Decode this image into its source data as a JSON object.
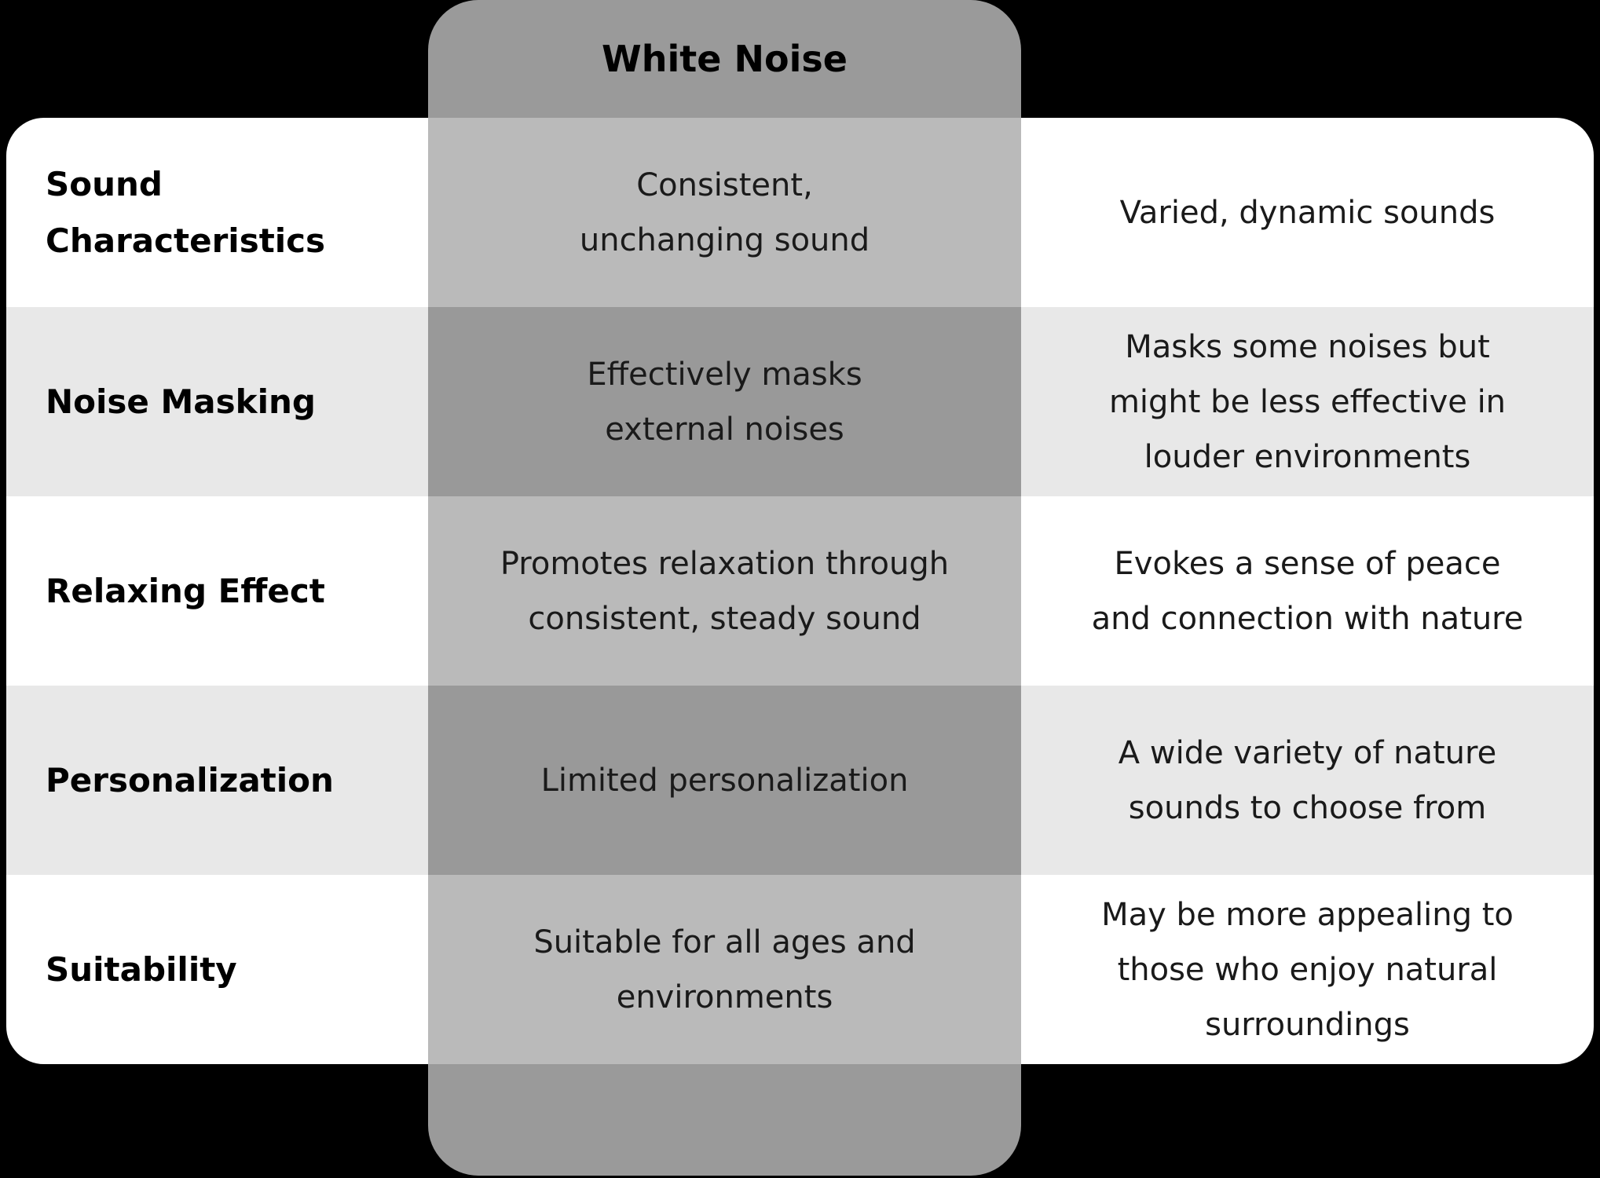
{
  "page": {
    "background_color": "#000000"
  },
  "table": {
    "colors": {
      "card_bg": "#ffffff",
      "stripe_bg": "#e8e8e8",
      "band_over_black": "#9a9a9a",
      "band_on_white_row": "#bababa",
      "band_on_stripe_row": "#999999",
      "label_text": "#000000",
      "cell_text": "#1a1a1a"
    },
    "header": {
      "white_noise_label": "White Noise"
    },
    "rows": [
      {
        "label": "Sound\nCharacteristics",
        "white_noise": "Consistent,\nunchanging sound",
        "other": "Varied, dynamic sounds"
      },
      {
        "label": "Noise Masking",
        "white_noise": "Effectively masks\nexternal noises",
        "other": "Masks some noises but\nmight be less effective in\nlouder environments"
      },
      {
        "label": "Relaxing Effect",
        "white_noise": "Promotes relaxation through\nconsistent, steady sound",
        "other": "Evokes a sense of peace\nand connection with nature"
      },
      {
        "label": "Personalization",
        "white_noise": "Limited personalization",
        "other": "A wide variety of nature\nsounds to choose from"
      },
      {
        "label": "Suitability",
        "white_noise": "Suitable for all ages and\nenvironments",
        "other": "May be more appealing to\nthose who enjoy natural\nsurroundings"
      }
    ]
  }
}
